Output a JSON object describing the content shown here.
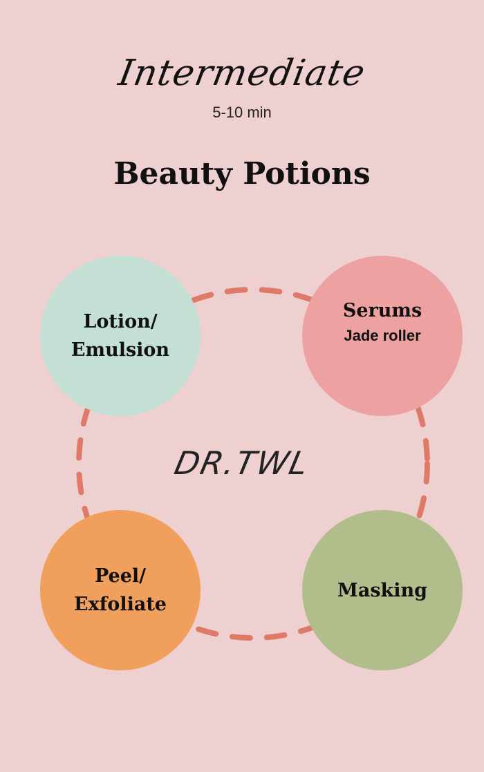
{
  "header": {
    "level": "Intermediate",
    "duration": "5-10 min",
    "title": "Beauty Potions"
  },
  "cycle": {
    "center_label": "DR.TWL",
    "connector_color": "#e07a68",
    "steps": [
      {
        "label": "Lotion/\nEmulsion",
        "sub": "",
        "color": "#c4dfd4"
      },
      {
        "label": "Serums",
        "sub": "Jade roller",
        "color": "#eda2a1"
      },
      {
        "label": "Peel/\nExfoliate",
        "sub": "",
        "color": "#f09f5c"
      },
      {
        "label": "Masking",
        "sub": "",
        "color": "#b2bd8c"
      }
    ]
  }
}
